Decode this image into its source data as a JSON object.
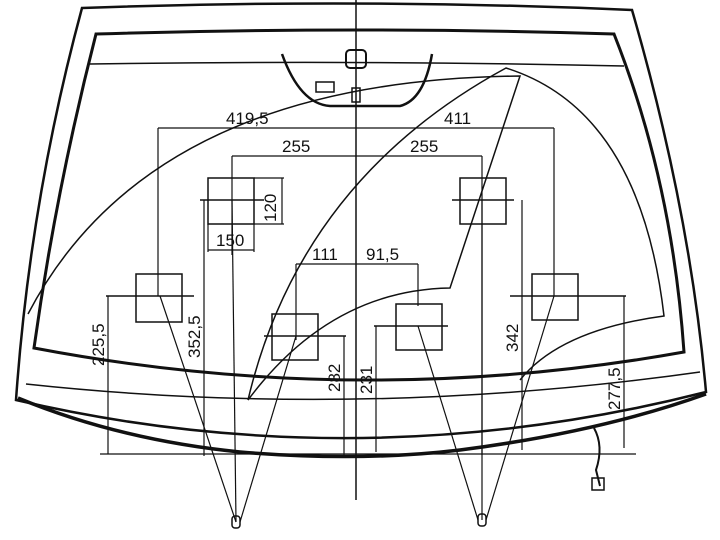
{
  "diagram": {
    "dimensions": {
      "top_left": "419,5",
      "top_right": "411",
      "mid_left": "255",
      "mid_right": "255",
      "box_height": "120",
      "box_width": "150",
      "center_left": "111",
      "center_right": "91,5",
      "left_height_outer": "225,5",
      "left_height_inner": "352,5",
      "center_left_height": "282",
      "center_right_height": "231",
      "right_height_inner": "342",
      "right_height_outer": "277,5"
    },
    "colors": {
      "ink": "#111111",
      "paper": "#ffffff"
    }
  }
}
